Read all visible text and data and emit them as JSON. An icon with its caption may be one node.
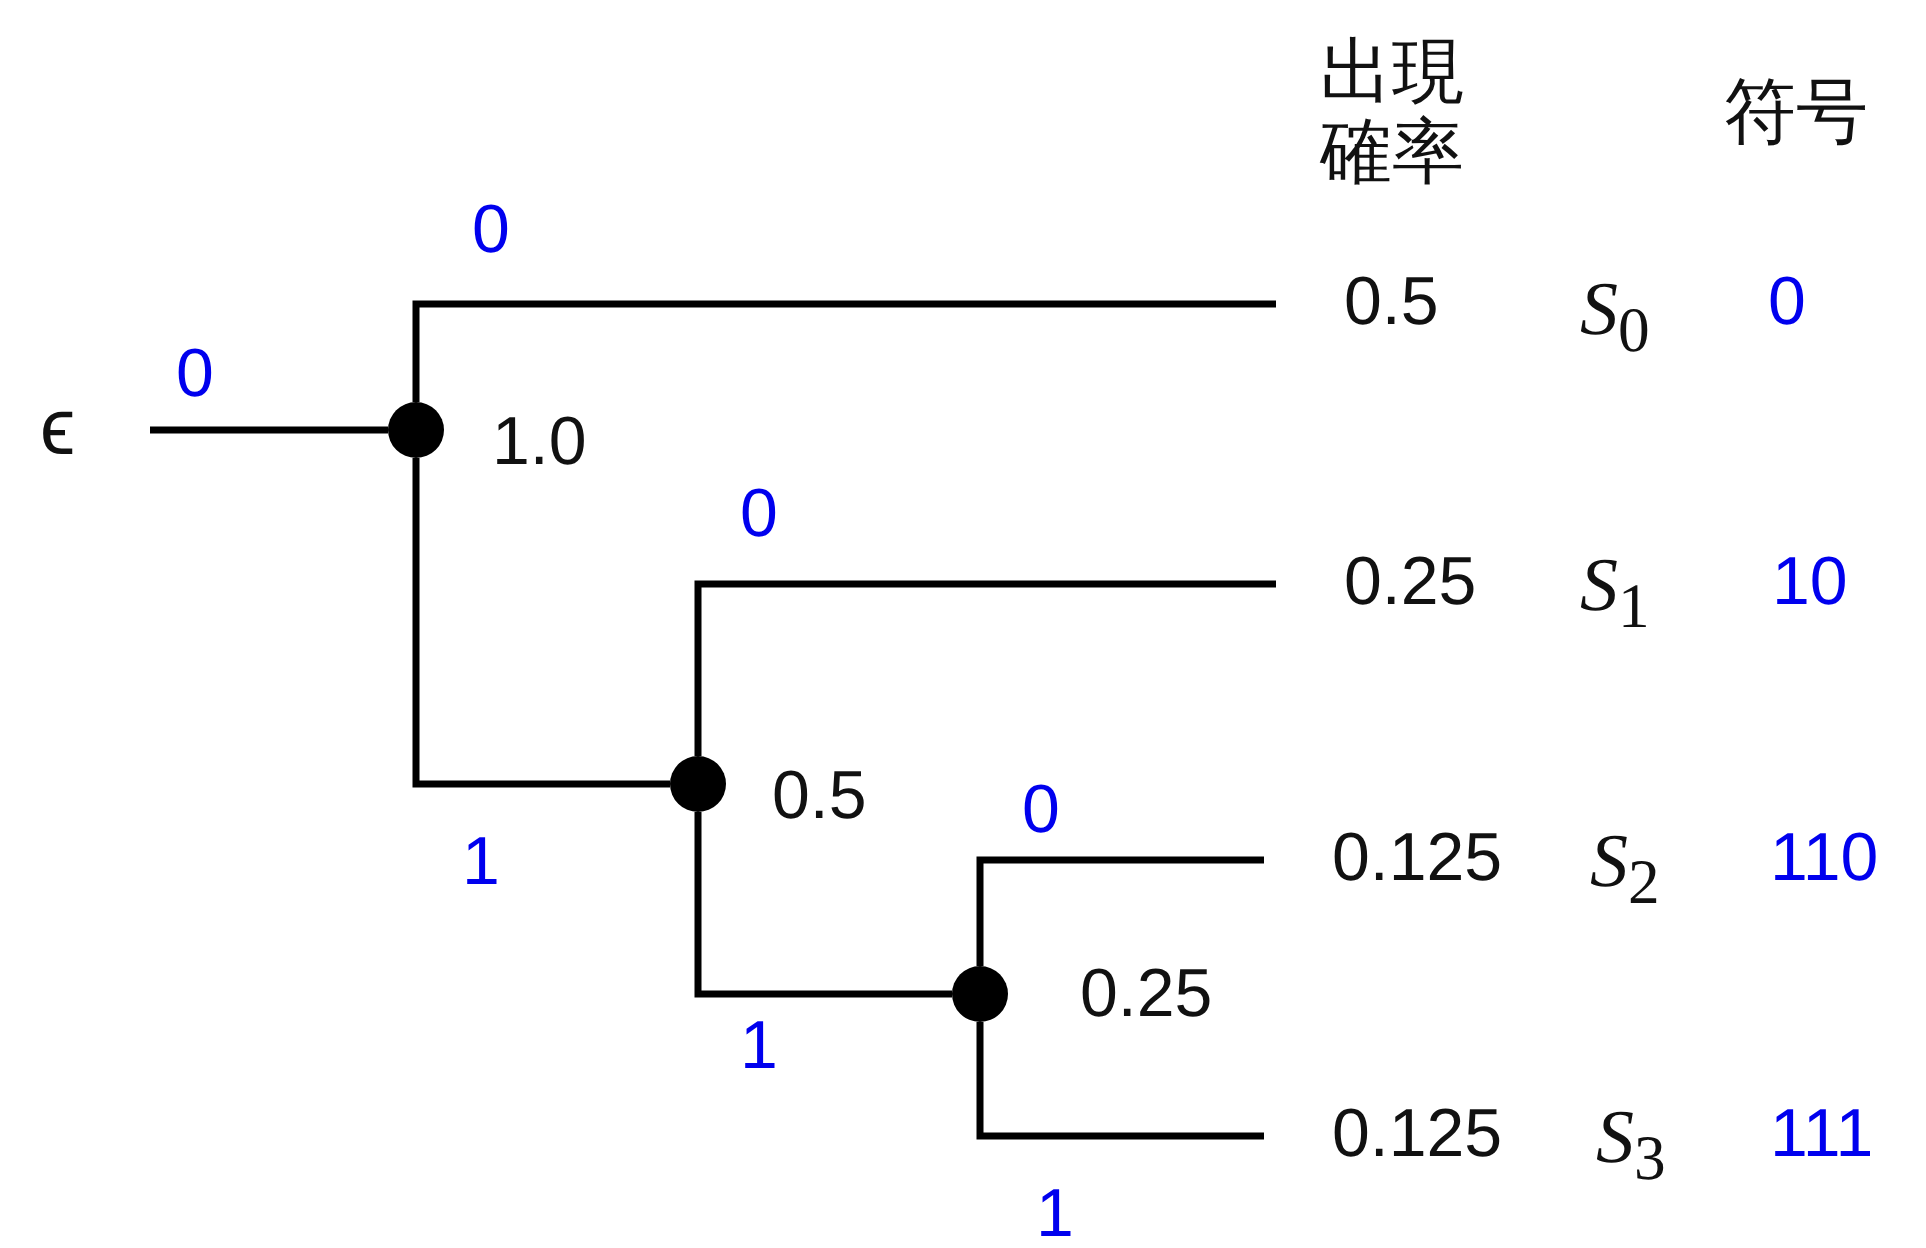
{
  "diagram": {
    "nodes": [
      {
        "text": [
          "ϵ"
        ]
      },
      {
        "text": [],
        "shape": "circle",
        "beside": [
          "1.0"
        ]
      },
      {
        "text": [
          "0.5"
        ],
        "beside": [
          "*S*$_{0}$",
          "0"
        ]
      },
      {
        "text": [
          "0.25"
        ],
        "beside": [
          "*S*$_{1}$",
          "10"
        ]
      },
      {
        "text": [],
        "shape": "circle",
        "beside": [
          "0.5"
        ]
      },
      {
        "text": [
          "0.125"
        ],
        "beside": [
          "*S*$_{2}$",
          "110"
        ]
      },
      {
        "text": [],
        "shape": "circle",
        "beside": [
          "0.25"
        ]
      },
      {
        "text": [
          "0.125"
        ],
        "beside": [
          "*S*$_{3}$",
          "111"
        ]
      }
    ],
    "edges": [
      {
        "from": 0,
        "to": 1,
        "arrow": "none",
        "label": "0"
      },
      {
        "from": 1,
        "to": 2,
        "arrow": "none",
        "label": "0"
      },
      {
        "from": 1,
        "to": 4,
        "arrow": "none",
        "label": "1"
      },
      {
        "from": 4,
        "to": 3,
        "arrow": "none",
        "label": "0"
      },
      {
        "from": 4,
        "to": 6,
        "arrow": "none",
        "label": "1"
      },
      {
        "from": 6,
        "to": 5,
        "arrow": "none",
        "label": "0"
      },
      {
        "from": 6,
        "to": 7,
        "arrow": "none",
        "label": "1"
      }
    ],
    "labels": [
      "出現確率",
      "符号"
    ]
  }
}
